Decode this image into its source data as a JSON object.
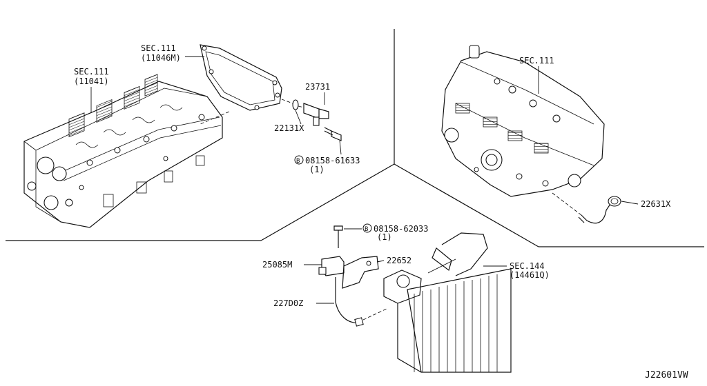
{
  "diagram_code": "J22601VW",
  "callouts": {
    "sec111_left": {
      "line1": "SEC.111",
      "line2": "(11041)"
    },
    "sec111_cover": {
      "line1": "SEC.111",
      "line2": "(11046M)"
    },
    "sec111_right": {
      "line1": "SEC.111"
    },
    "sec144": {
      "line1": "SEC.144",
      "line2": "(14461Q)"
    },
    "p23731": "23731",
    "p22131x": "22131X",
    "bolt_a": {
      "symbol": "B",
      "number": "08158-61633",
      "qty": "(1)"
    },
    "bolt_b": {
      "symbol": "B",
      "number": "08158-62033",
      "qty": "(1)"
    },
    "p22631x": "22631X",
    "p25085m": "25085M",
    "p22652": "22652",
    "p227d0z": "227D0Z"
  }
}
